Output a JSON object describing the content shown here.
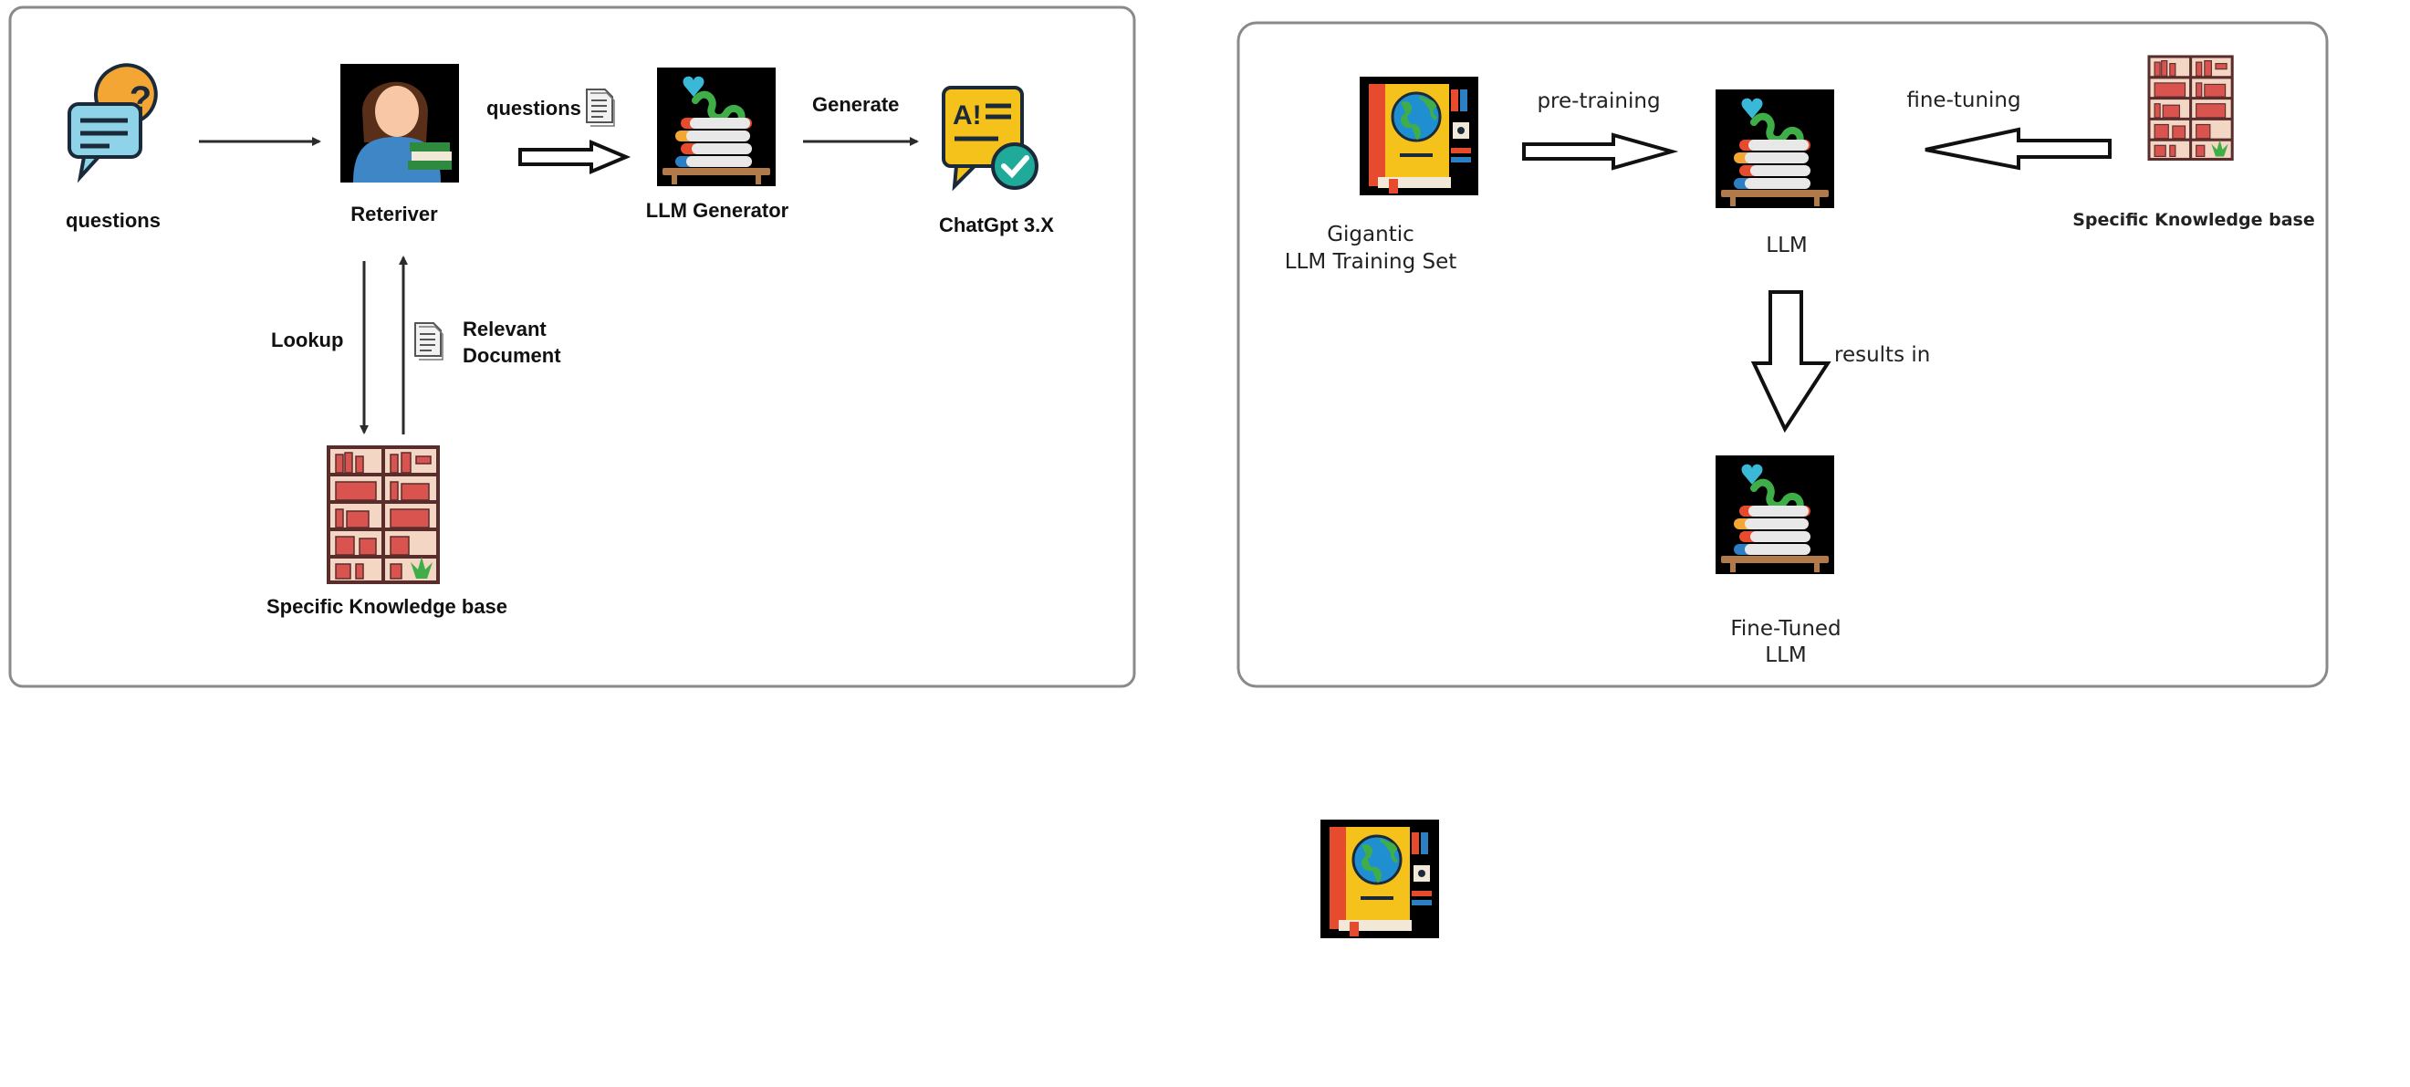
{
  "rag_diagram": {
    "questions_label": "questions",
    "retriever_label": "Reteriver",
    "query_label": "questions",
    "generator_label": "LLM Generator",
    "generate_label": "Generate",
    "output_label": "ChatGpt 3.X",
    "lookup_label": "Lookup",
    "relevant_doc_line1": "Relevant",
    "relevant_doc_line2": "Document",
    "knowledge_base_label": "Specific Knowledge base"
  },
  "finetune_diagram": {
    "training_set_line1": "Gigantic",
    "training_set_line2": "LLM Training Set",
    "pretraining_label": "pre-training",
    "llm_label": "LLM",
    "finetuning_label": "fine-tuning",
    "knowledge_base_label": "Specific Knowledge base",
    "results_in_label": "results in",
    "finetuned_line1": "Fine-Tuned",
    "finetuned_line2": "LLM"
  },
  "icons": {
    "question_bubble": "speech-question-icon",
    "person": "person-with-books-icon",
    "document": "document-icon",
    "llm": "bookworm-on-books-icon",
    "ai_check": "ai-document-check-icon",
    "bookshelf": "bookshelf-icon",
    "globe_book": "globe-book-icon"
  },
  "colors": {
    "panel_border": "#8a8a8a",
    "arrow": "#2b2b2b",
    "icon_yellow": "#f5c21b",
    "icon_teal": "#1faa9a",
    "bubble_blue": "#8fd3e8",
    "bubble_orange": "#f4a634",
    "shelf_brown": "#c9876a"
  }
}
